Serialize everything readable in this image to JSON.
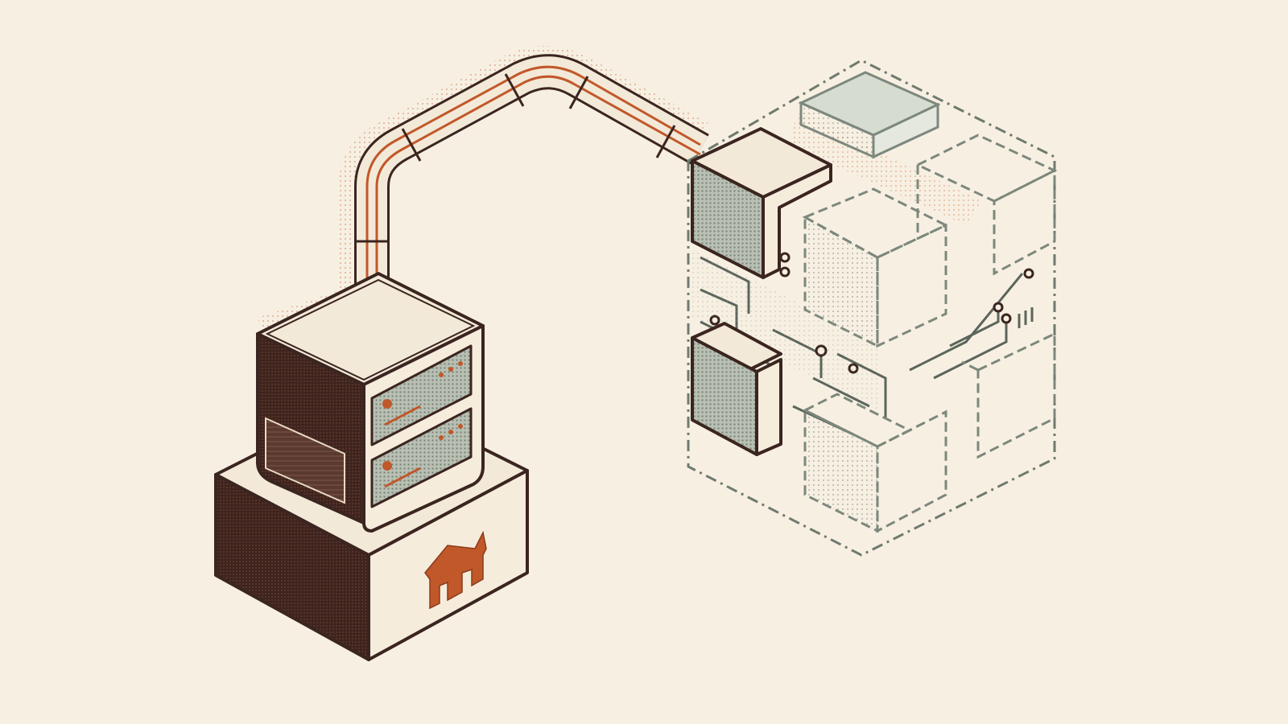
{
  "illustration": {
    "left_element": "home-server-on-pedestal",
    "connector": "orange-striped-cable-duct",
    "right_element": "dashed-isometric-circuit-block-cluster",
    "pedestal_icon": "house-icon"
  },
  "palette": {
    "background": "#f7f0e2",
    "ink": "#3b2520",
    "dark_brown": "#4a2c24",
    "accent_orange": "#c1582a",
    "sage": "#8a968a",
    "sage_light": "#aab3a8",
    "cream": "#f7f0e2",
    "halftone_orange": "#d9885c"
  }
}
